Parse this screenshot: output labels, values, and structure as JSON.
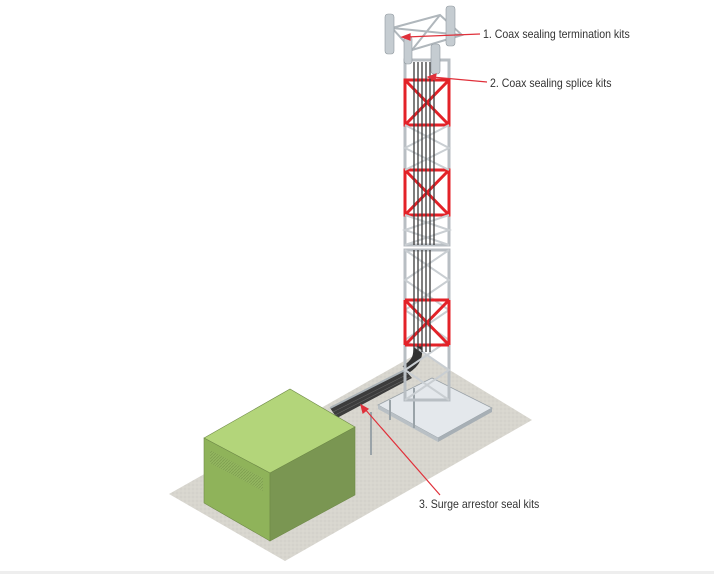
{
  "diagram": {
    "labels": [
      {
        "text": "1. Coax sealing termination kits"
      },
      {
        "text": "2. Coax sealing splice kits"
      },
      {
        "text": "3. Surge arrestor seal kits"
      }
    ],
    "colors": {
      "tower_red": "#e32228",
      "tower_steel": "#d9dde0",
      "shelter_top": "#b3d57a",
      "shelter_side_left": "#8fb35a",
      "shelter_side_right": "#7a9652",
      "ground": "#d5d3cc",
      "leader_line": "#e0303a"
    }
  }
}
